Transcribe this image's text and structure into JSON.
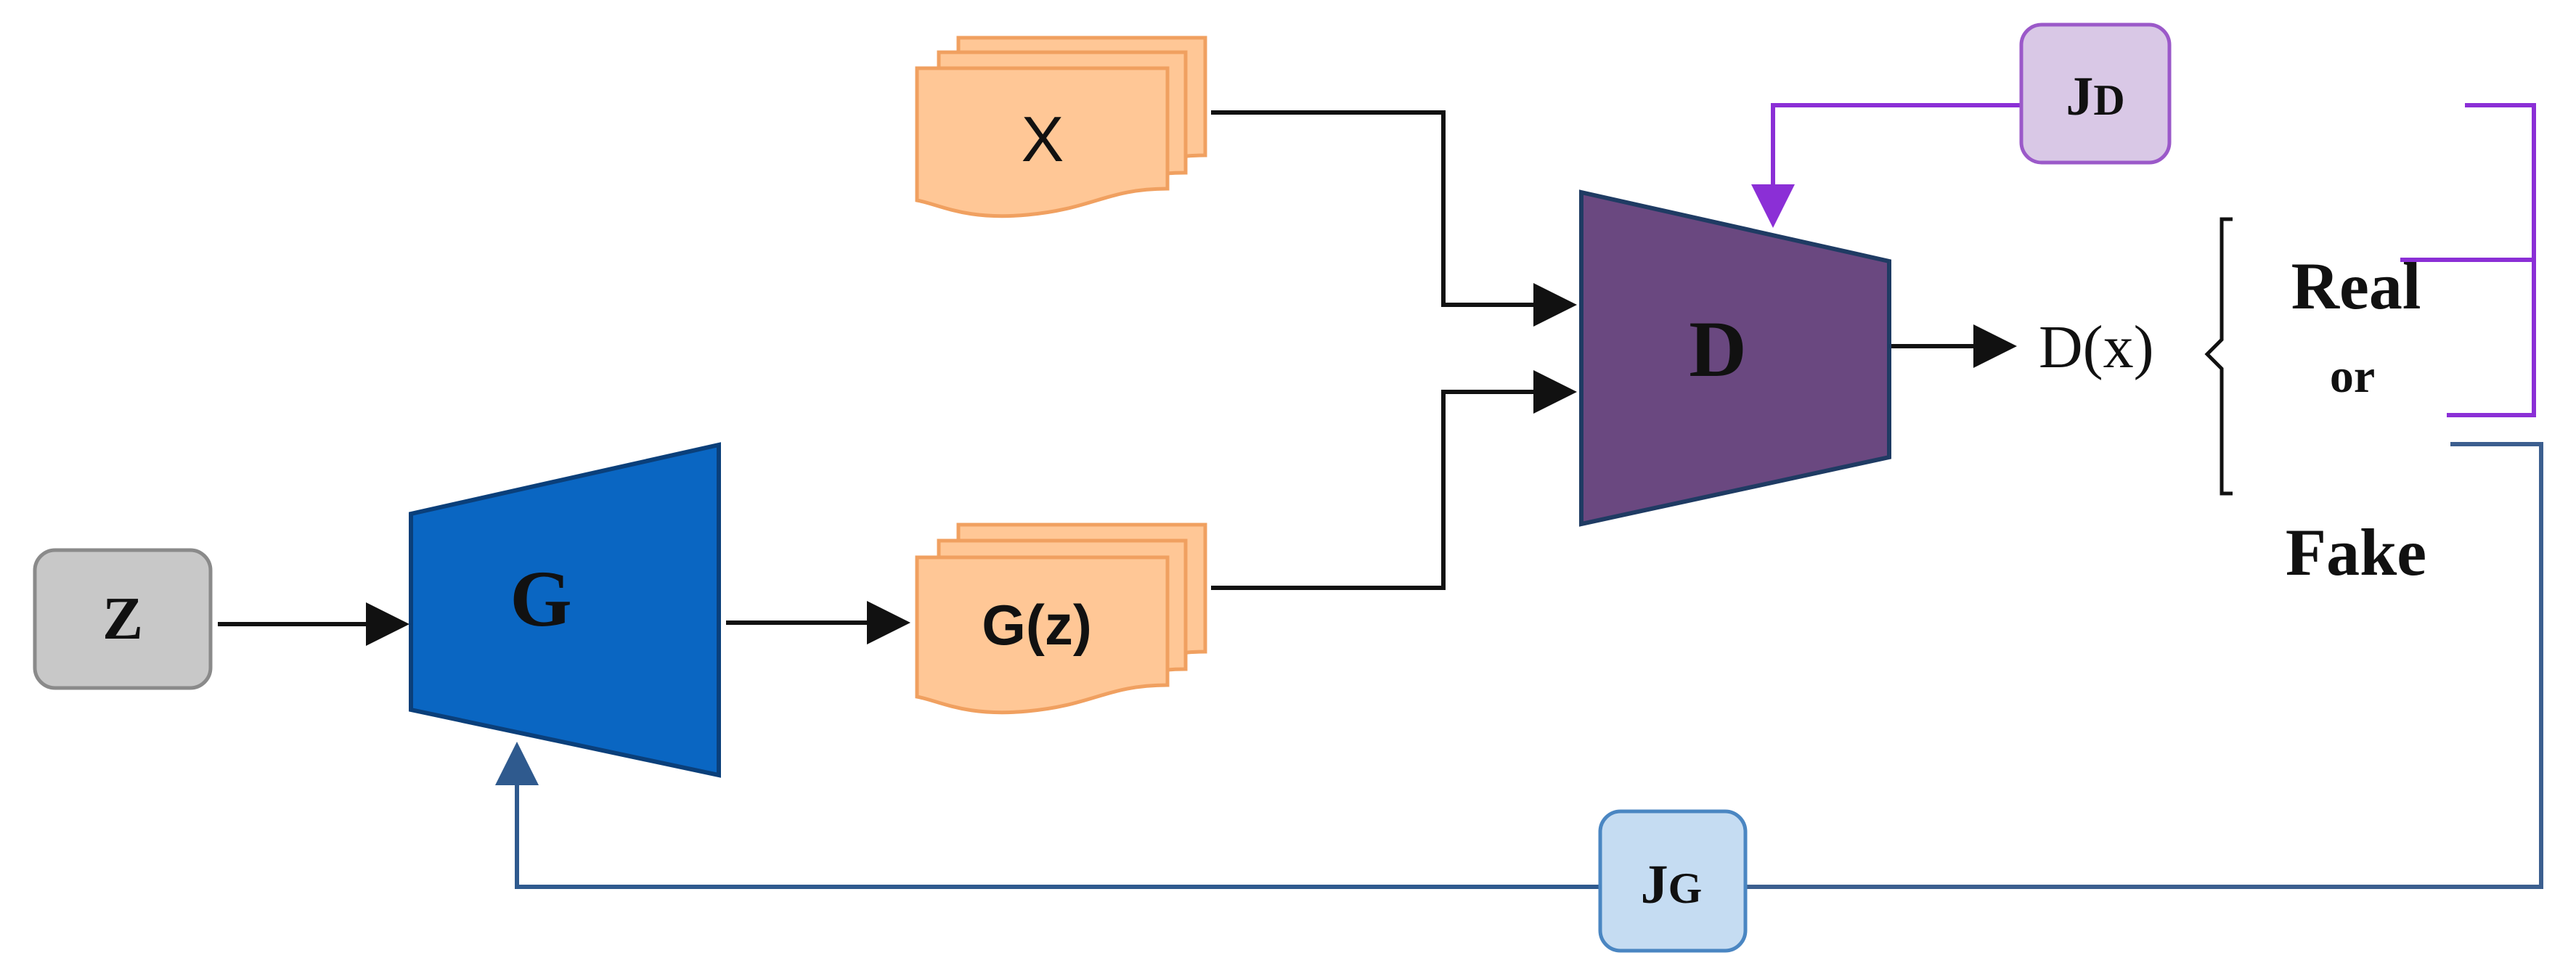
{
  "colors": {
    "background": "#ffffff",
    "arrow_black": "#111111",
    "z_fill": "#c8c8c8",
    "z_stroke": "#8a8a8a",
    "generator_fill": "#0a66c2",
    "generator_stroke": "#0a3f7a",
    "discriminator_fill": "#6a4880",
    "discriminator_stroke": "#1f3b63",
    "sample_fill": "#ffc796",
    "sample_stroke": "#f0a060",
    "jd_fill": "#d9c8e6",
    "jd_stroke": "#9b59c9",
    "jd_line": "#8b2fd6",
    "jg_fill": "#c5dcf2",
    "jg_stroke": "#4a86c2",
    "jg_line": "#3c5f8f"
  },
  "nodes": {
    "z": {
      "label": "Z"
    },
    "generator": {
      "label": "G"
    },
    "real_samples": {
      "label": "X"
    },
    "generated_samples": {
      "label": "G(z)"
    },
    "discriminator": {
      "label": "D"
    },
    "discriminator_output": {
      "label": "D(x)"
    },
    "jd": {
      "main": "J",
      "sub": "D"
    },
    "jg": {
      "main": "J",
      "sub": "G"
    }
  },
  "decision": {
    "real": "Real",
    "or": "or",
    "fake": "Fake"
  },
  "icons": {
    "arrow": "arrow-right-icon",
    "bracket": "left-brace-icon"
  }
}
